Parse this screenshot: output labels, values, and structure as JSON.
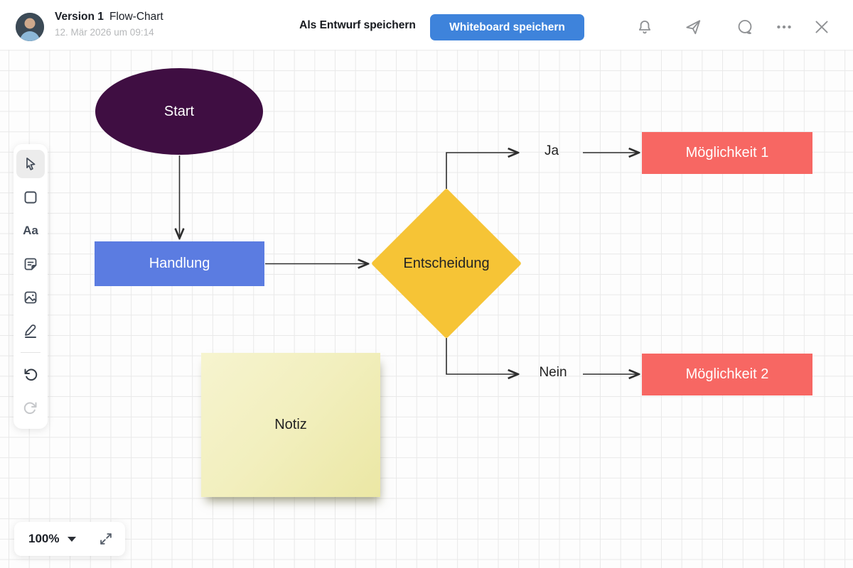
{
  "header": {
    "version": "Version 1",
    "title": "Flow-Chart",
    "timestamp": "12. Mär 2026 um 09:14",
    "draft_button": "Als Entwurf speichern",
    "save_button": "Whiteboard speichern",
    "save_button_color": "#3e83db",
    "icons": [
      "bell",
      "send",
      "chat",
      "more",
      "close"
    ]
  },
  "toolbar": {
    "tools": [
      {
        "name": "select",
        "selected": true
      },
      {
        "name": "shape"
      },
      {
        "name": "text",
        "label": "Aa"
      },
      {
        "name": "sticky-note"
      },
      {
        "name": "image"
      },
      {
        "name": "draw"
      },
      {
        "name": "undo"
      },
      {
        "name": "redo",
        "disabled": true
      }
    ]
  },
  "canvas": {
    "grid_color": "#e9e9e9",
    "nodes": [
      {
        "id": "start",
        "type": "ellipse",
        "label": "Start",
        "color": "#3f0e42",
        "text_color": "#ffffff"
      },
      {
        "id": "action",
        "type": "rect",
        "label": "Handlung",
        "color": "#5b7ce1",
        "text_color": "#ffffff"
      },
      {
        "id": "decision",
        "type": "diamond",
        "label": "Entscheidung",
        "color": "#f6c436",
        "text_color": "#232323"
      },
      {
        "id": "option1",
        "type": "rect",
        "label": "Möglichkeit 1",
        "color": "#f76763",
        "text_color": "#ffffff"
      },
      {
        "id": "option2",
        "type": "rect",
        "label": "Möglichkeit 2",
        "color": "#f76763",
        "text_color": "#ffffff"
      },
      {
        "id": "note",
        "type": "sticky",
        "label": "Notiz",
        "color": "#f1eeb9",
        "text_color": "#232323"
      }
    ],
    "edges": [
      {
        "from": "start",
        "to": "action"
      },
      {
        "from": "action",
        "to": "decision"
      },
      {
        "from": "decision",
        "to": "option1",
        "label": "Ja"
      },
      {
        "from": "decision",
        "to": "option2",
        "label": "Nein"
      }
    ]
  },
  "zoom": {
    "level": "100%"
  }
}
